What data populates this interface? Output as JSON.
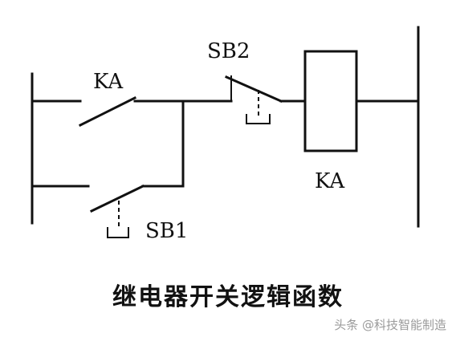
{
  "diagram": {
    "labels": {
      "ka_contact": "KA",
      "sb2": "SB2",
      "ka_coil": "KA",
      "sb1": "SB1"
    },
    "title": "继电器开关逻辑函数"
  },
  "watermark": {
    "text": "头条 @科技智能制造"
  }
}
